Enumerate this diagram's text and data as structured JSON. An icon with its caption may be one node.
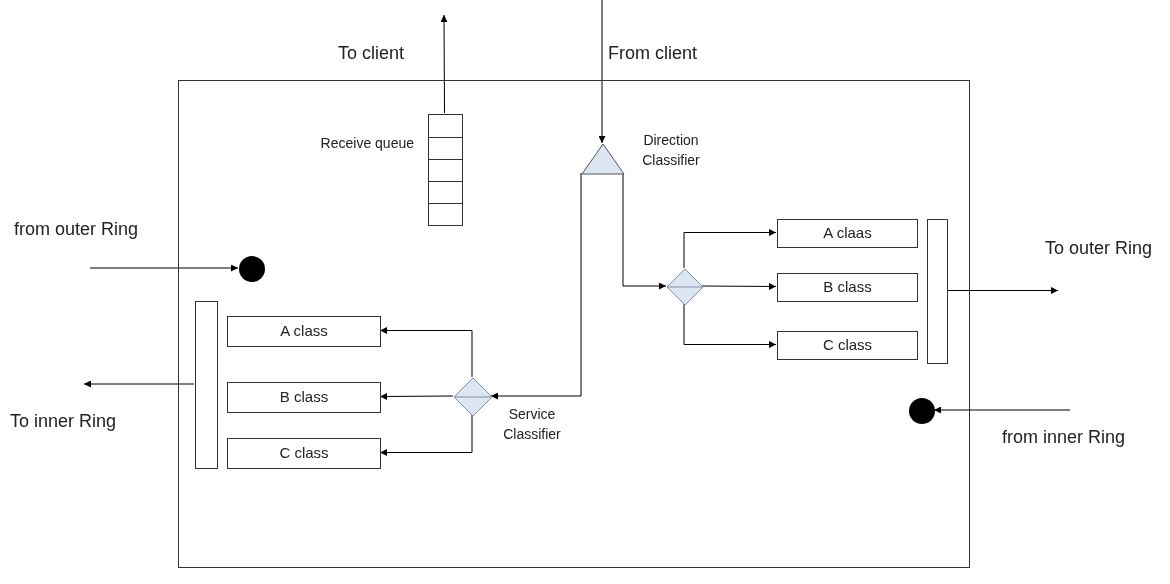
{
  "diagram": {
    "nodes": [
      {
        "text": [],
        "shape": "box"
      },
      {
        "text": [],
        "shape": "box",
        "beside": [
          "Receive queue"
        ],
        "in": 0
      },
      {
        "text": [],
        "shape": "triangle",
        "beside": [
          "Direction Classifier"
        ],
        "in": 0
      },
      {
        "text": [],
        "shape": "diamond",
        "in": 0
      },
      {
        "text": [
          "A claas"
        ],
        "in": 0
      },
      {
        "text": [
          "B class"
        ],
        "in": 0
      },
      {
        "text": [
          "C class"
        ],
        "in": 0
      },
      {
        "text": [],
        "shape": "bar",
        "in": 0
      },
      {
        "text": [],
        "shape": "bar",
        "in": 0
      },
      {
        "text": [
          "A class"
        ],
        "in": 0
      },
      {
        "text": [
          "B class"
        ],
        "in": 0
      },
      {
        "text": [
          "C class"
        ],
        "in": 0
      },
      {
        "text": [],
        "shape": "diamond",
        "beside": [
          "Service Classifier"
        ],
        "in": 0
      },
      {
        "text": [],
        "shape": "circle",
        "in": 0
      },
      {
        "text": [],
        "shape": "circle",
        "in": 0
      }
    ],
    "edges": [
      {
        "from": 1,
        "to": null,
        "arrow": "to"
      },
      {
        "from": null,
        "to": 2,
        "arrow": "to"
      },
      {
        "from": 2,
        "to": 3,
        "arrow": "to"
      },
      {
        "from": 2,
        "to": 12,
        "arrow": "to"
      },
      {
        "from": 3,
        "to": 4,
        "arrow": "to"
      },
      {
        "from": 3,
        "to": 5,
        "arrow": "to"
      },
      {
        "from": 3,
        "to": 6,
        "arrow": "to"
      },
      {
        "from": 7,
        "to": null,
        "arrow": "to"
      },
      {
        "from": 12,
        "to": 9,
        "arrow": "to"
      },
      {
        "from": 12,
        "to": 10,
        "arrow": "to"
      },
      {
        "from": 12,
        "to": 11,
        "arrow": "to"
      },
      {
        "from": 8,
        "to": null,
        "arrow": "to"
      },
      {
        "from": null,
        "to": 13,
        "arrow": "to"
      },
      {
        "from": null,
        "to": 14,
        "arrow": "to"
      }
    ],
    "labels": [
      "To client",
      "From client",
      "from outer Ring",
      "To outer Ring",
      "To inner Ring",
      "from inner Ring"
    ]
  }
}
